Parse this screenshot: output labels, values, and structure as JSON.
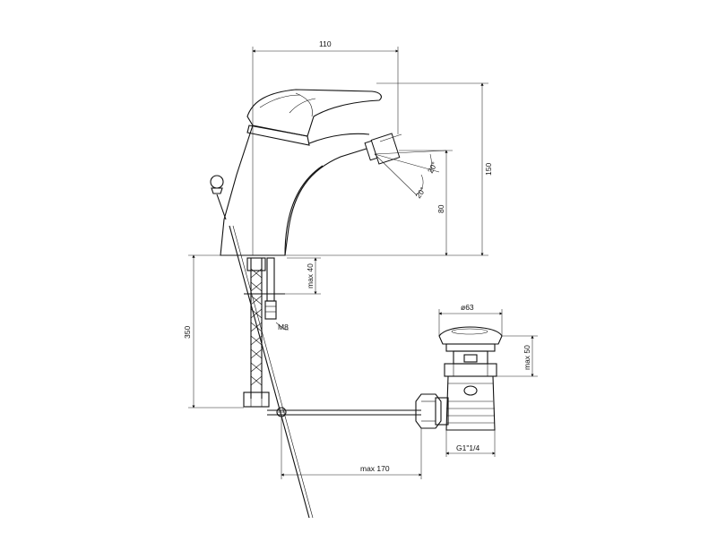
{
  "dimensions": {
    "width_top": "110",
    "height_total": "150",
    "spout_height": "80",
    "angle_a": "20°",
    "angle_b": "20°",
    "shank_max": "max 40",
    "thread_m": "M8",
    "depth_350": "350",
    "waste_diameter": "ø63",
    "waste_max": "max 50",
    "thread_g": "G1\"1/4",
    "rod_max": "max 170"
  }
}
